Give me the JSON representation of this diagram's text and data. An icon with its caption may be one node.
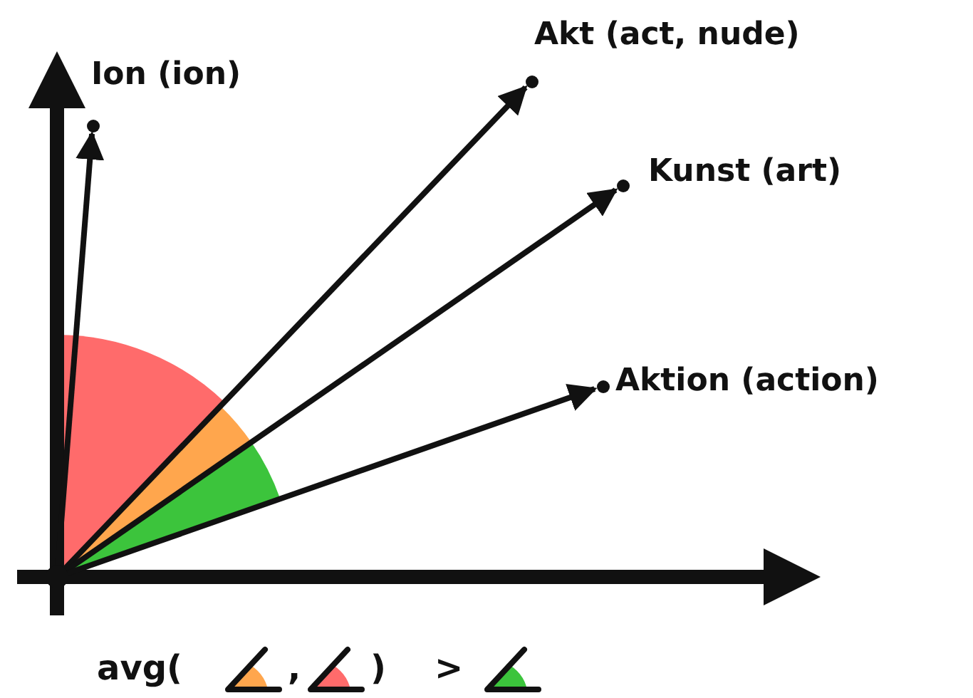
{
  "diagram": {
    "nodes": [
      {
        "text": [
          "Ion (ion)"
        ]
      },
      {
        "text": [
          "Akt (act, nude)"
        ]
      },
      {
        "text": [
          "Kunst (art)"
        ]
      },
      {
        "text": [
          "Aktion (action)"
        ]
      },
      {
        "text": [],
        "shape": "circle"
      }
    ],
    "edges": [
      {
        "from": 4,
        "to": 0,
        "arrow": "to"
      },
      {
        "from": 4,
        "to": 1,
        "arrow": "to"
      },
      {
        "from": 4,
        "to": 2,
        "arrow": "to"
      },
      {
        "from": 4,
        "to": 3,
        "arrow": "to"
      }
    ],
    "labels": [
      "avg(",
      ",",
      ")",
      ">"
    ]
  }
}
